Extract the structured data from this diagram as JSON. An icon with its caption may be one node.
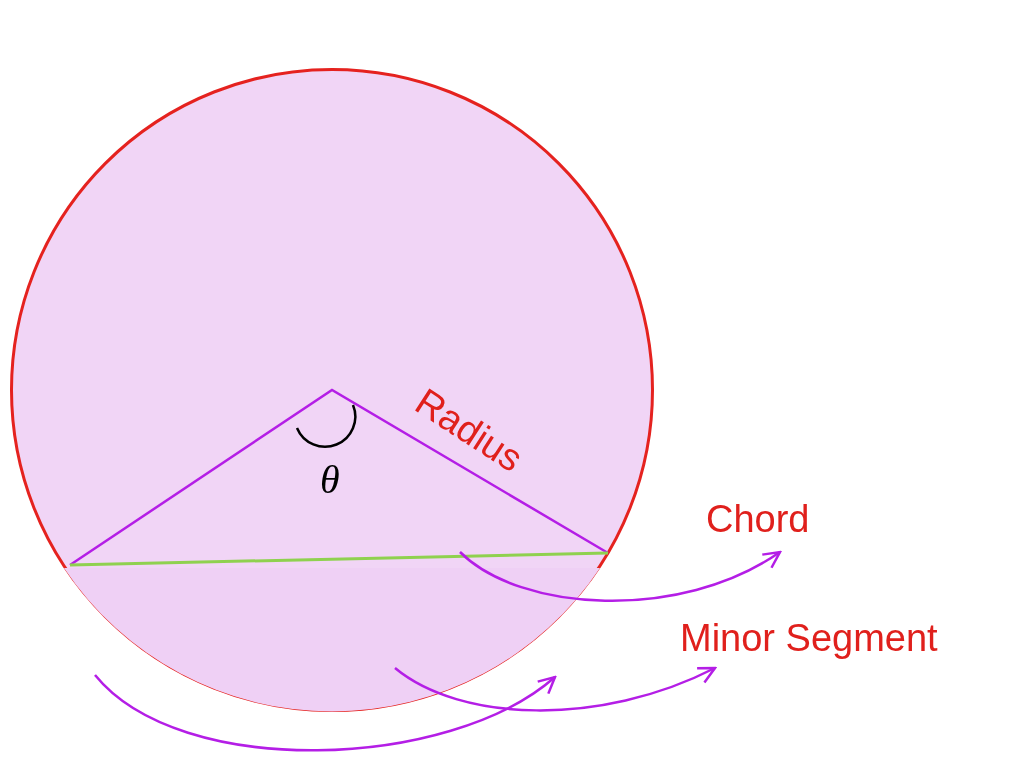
{
  "diagram": {
    "nodes": [
      {
        "text": [],
        "shape": "circle"
      },
      {
        "text": [],
        "shape": "line",
        "in": 0
      },
      {
        "text": [],
        "shape": "segment",
        "in": 0
      },
      {
        "text": [
          "Chord"
        ]
      },
      {
        "text": [
          "Minor Segment"
        ]
      }
    ],
    "edges": [
      {
        "from": 1,
        "to": 3,
        "arrow": "to"
      },
      {
        "from": 2,
        "to": 4,
        "arrow": "to"
      }
    ],
    "labels": [
      "Radius",
      "θ"
    ]
  }
}
